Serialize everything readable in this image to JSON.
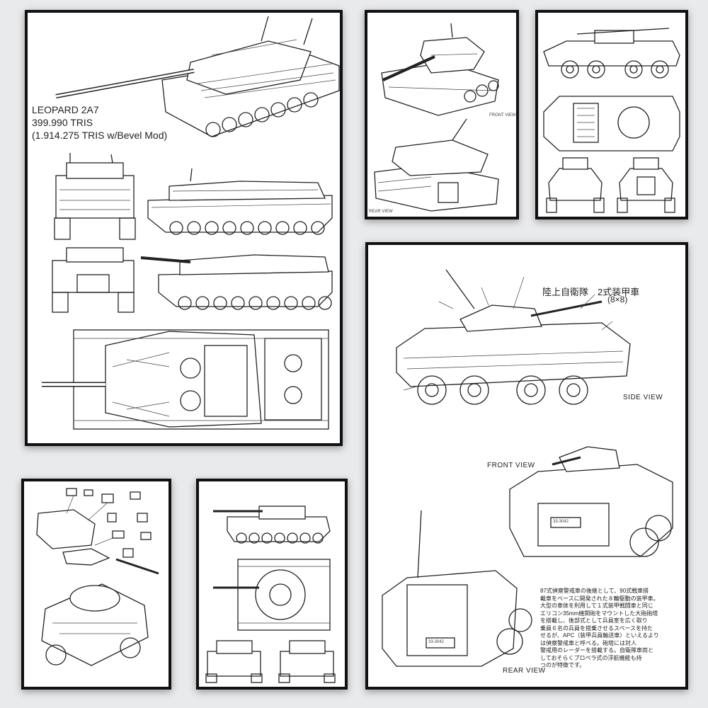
{
  "posters": {
    "leopard": {
      "title_lines": [
        "LEOPARD 2A7",
        "399.990 TRIS",
        "(1.914.275 TRIS w/Bevel Mod)"
      ]
    },
    "tank_views": {
      "front_view_label": "FRONT VIEW",
      "rear_view_label": "REAR VIEW"
    },
    "lav": {},
    "exploded": {},
    "tiger": {},
    "type96": {
      "title": "陸上自衛隊　2式装甲車",
      "subtitle": "(8×8)",
      "side_view_label": "SIDE VIEW",
      "front_view_label": "FRONT VIEW",
      "rear_view_label": "REAR VIEW",
      "plate_front": "33-3042",
      "plate_rear": "33-3042",
      "description_lines": [
        "87式偵察警戒車の後継として、90式戦車搭",
        "載車をベースに開発された８輪駆動の装甲車。",
        "大型の車体を利用して１式装甲戦闘車と同じ",
        "エリコン35mm機関砲をマウントした大砲砲塔",
        "を搭載し、後部式として兵員室を広く取り",
        "乗員６名の兵員を搭乗させるスペースを持た",
        "せるが、APC（装甲兵員輸送車）といえるより",
        "は偵察警戒車と呼べる。砲塔には対人",
        "警戒用のレーダーを搭載する。自衛隊車両と",
        "しておそらくプロペラ式の浮航機能も持",
        "つのが特徴です。"
      ]
    }
  }
}
